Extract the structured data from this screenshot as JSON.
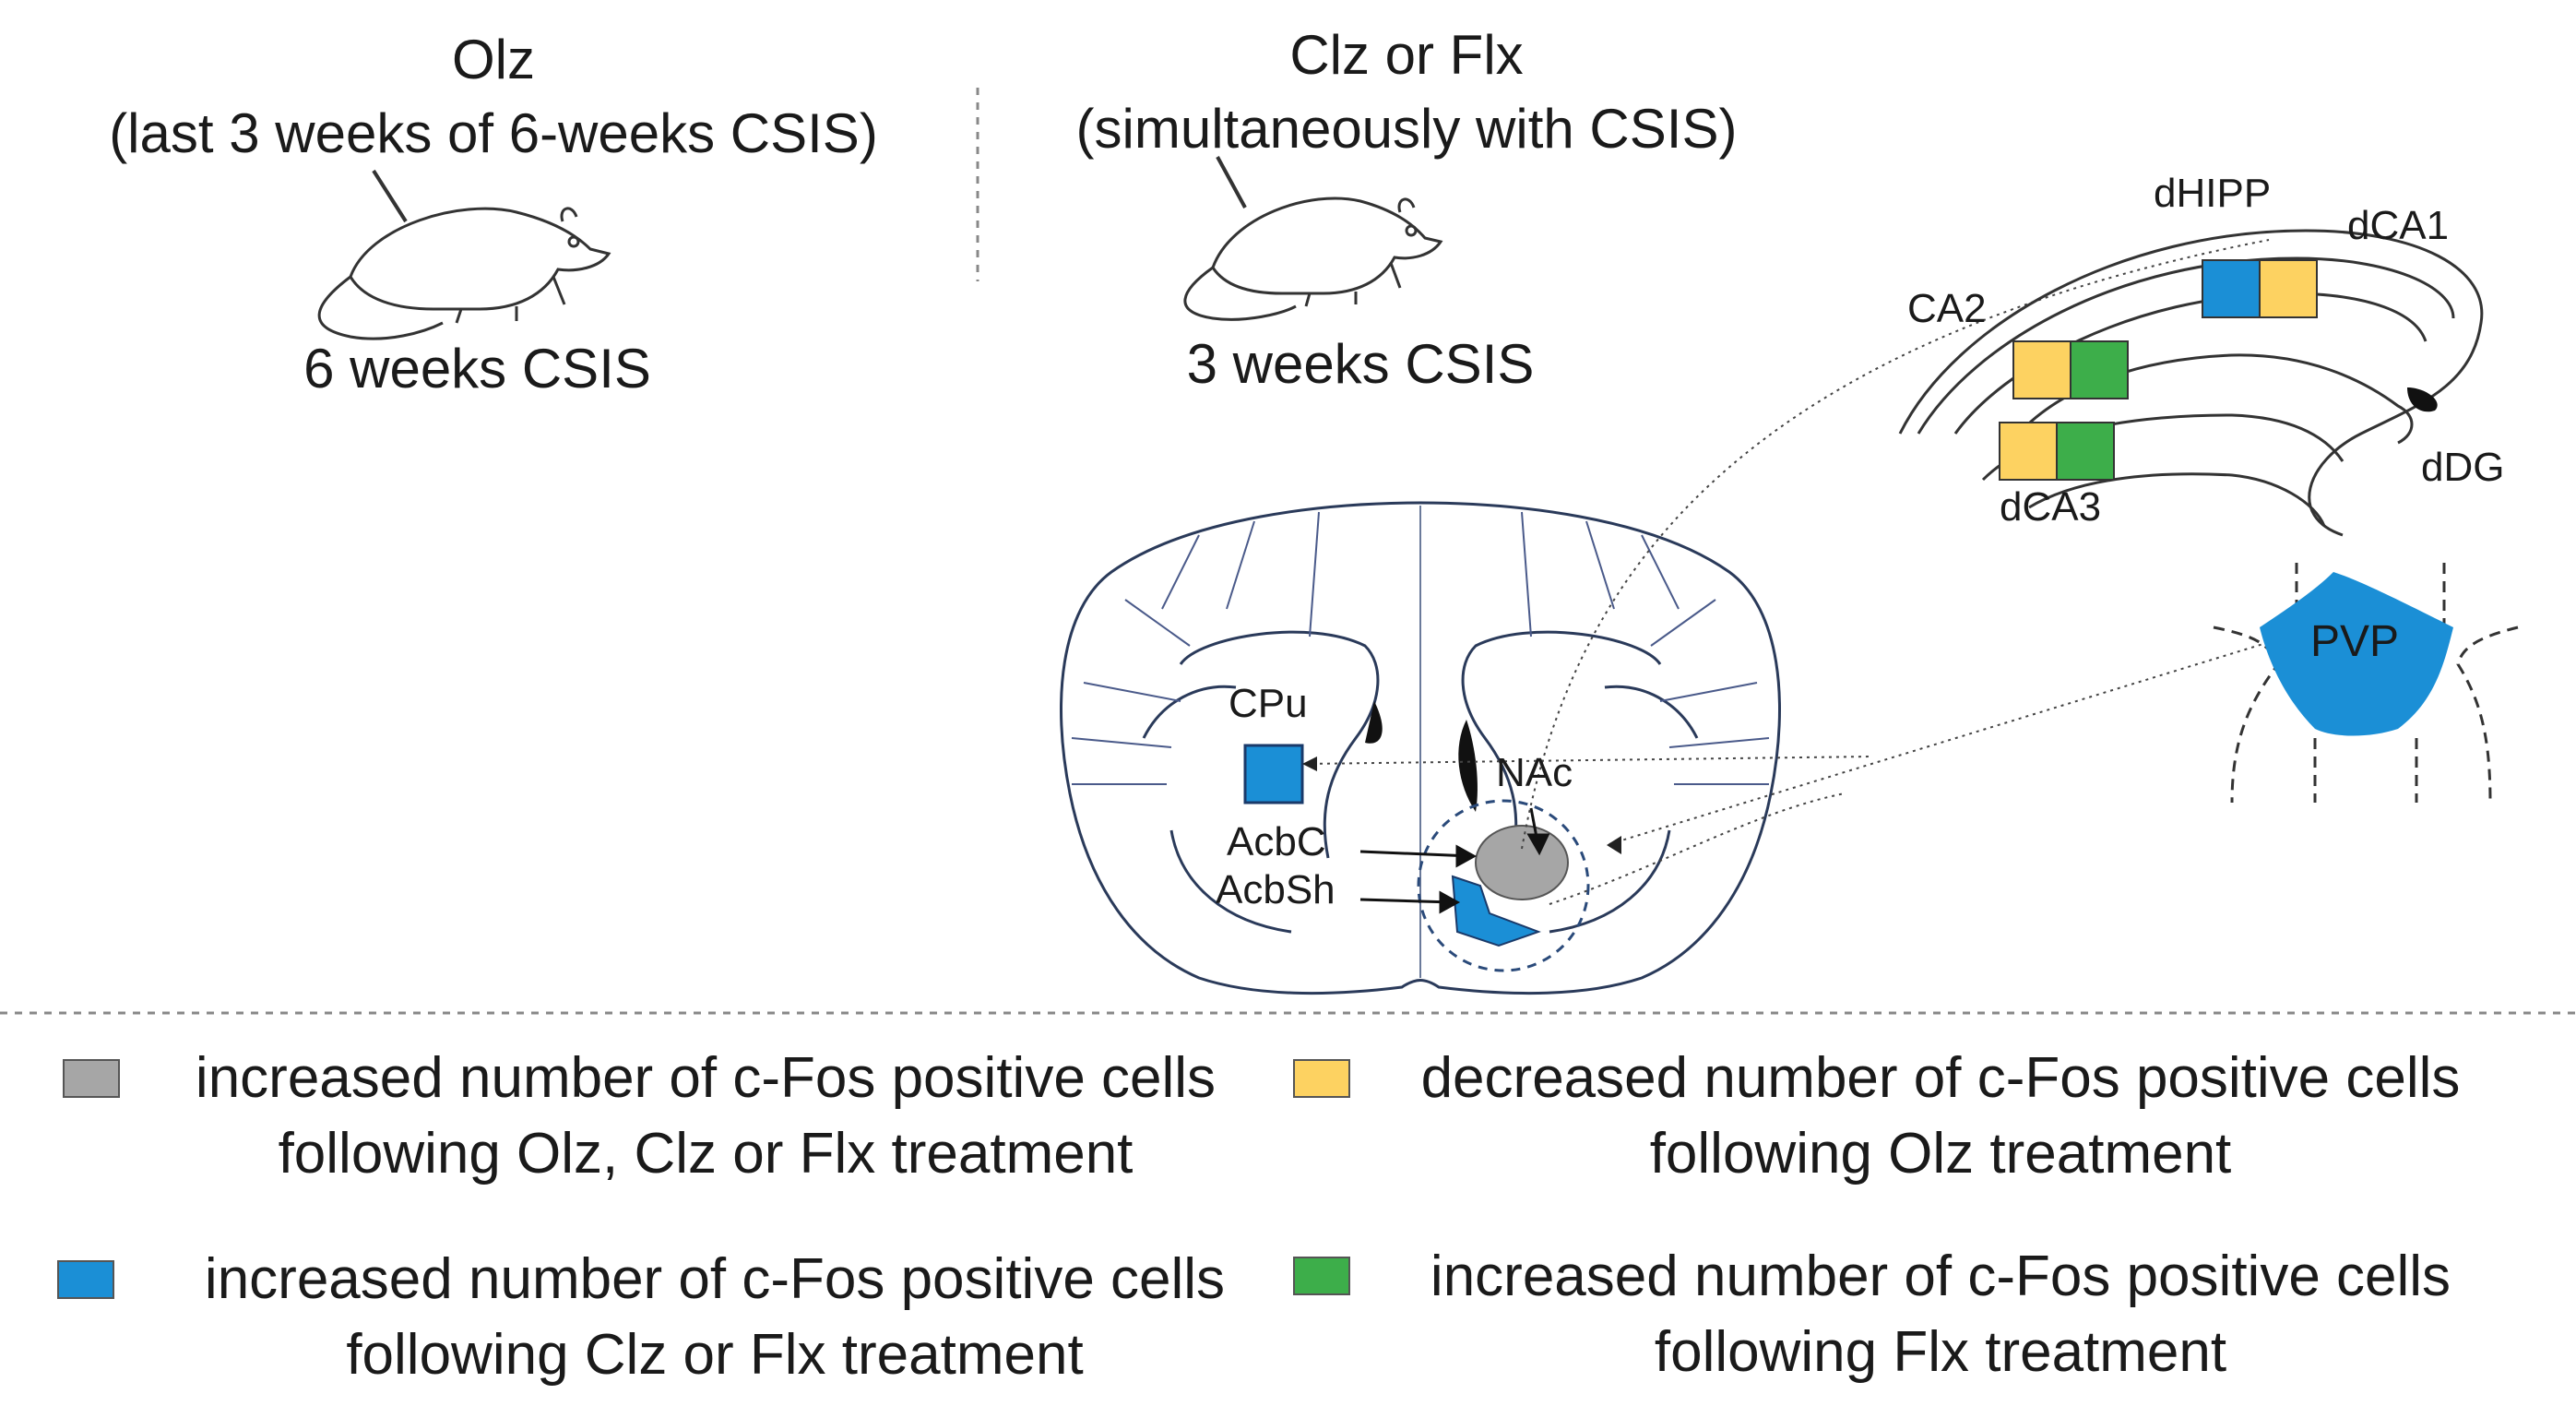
{
  "header_left": {
    "title": "Olz",
    "subtitle": "(last 3 weeks of 6-weeks CSIS)",
    "duration": "6 weeks CSIS"
  },
  "header_right": {
    "title": "Clz or Flx",
    "subtitle": "(simultaneously with CSIS)",
    "duration": "3 weeks CSIS"
  },
  "brain_labels": {
    "cpu": "CPu",
    "nac": "NAc",
    "acbc": "AcbC",
    "acbsh": "AcbSh"
  },
  "hippocampus_labels": {
    "dhipp": "dHIPP",
    "dca1": "dCA1",
    "ca2": "CA2",
    "dca3": "dCA3",
    "ddg": "dDG"
  },
  "pvp_label": "PVP",
  "colors": {
    "gray": "#a6a6a6",
    "blue": "#1b8fd6",
    "yellow": "#fdd261",
    "green": "#3dae4a"
  },
  "legend": [
    {
      "color": "gray",
      "line1": "increased number of c-Fos positive cells",
      "line2": "following Olz, Clz or Flx treatment"
    },
    {
      "color": "yellow",
      "line1": "decreased number of c-Fos positive cells",
      "line2": "following Olz treatment"
    },
    {
      "color": "blue",
      "line1": "increased number of c-Fos positive cells",
      "line2": "following Clz or Flx treatment"
    },
    {
      "color": "green",
      "line1": "increased number of c-Fos positive cells",
      "line2": "following Flx treatment"
    }
  ]
}
